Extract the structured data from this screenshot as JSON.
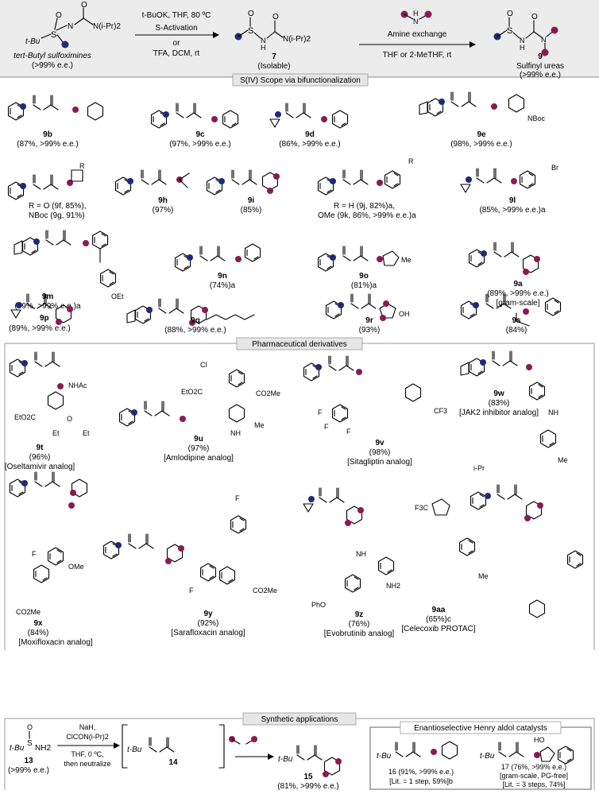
{
  "colors": {
    "accent_blue": "#1e2a78",
    "accent_plum": "#8b1a52",
    "header_bg": "#ececec",
    "banner_bg": "#e6e6e6",
    "rule": "#999999"
  },
  "scheme": {
    "start_caption": "tert-Butyl sulfoximines",
    "start_ee": "(>99% e.e.)",
    "start_group": "N(i-Pr)2",
    "step1_cond_top": "t-BuOK, THF, 80 ºC",
    "step1_cond_mid": "S-Activation",
    "step1_cond_or": "or",
    "step1_cond_bot": "TFA, DCM, rt",
    "int_number": "7",
    "int_note": "(Isolable)",
    "int_group": "N(i-Pr)2",
    "step2_cond_top": "Amine exchange",
    "step2_cond_bot": "THF or 2-MeTHF, rt",
    "prod_number": "9",
    "prod_caption": "Sulfinyl ureas",
    "prod_ee": "(>99% e.e.)"
  },
  "sections": {
    "scope": "S(IV) Scope via bifunctionalization",
    "pharma": "Pharmaceutical derivatives",
    "synth": "Synthetic applications",
    "henry": "Enantioselective Henry aldol catalysts"
  },
  "compounds": [
    {
      "id": "9b",
      "yield": "(87%, >99% e.e.)"
    },
    {
      "id": "9c",
      "yield": "(97%, >99% e.e.)"
    },
    {
      "id": "9d",
      "yield": "(86%, >99% e.e.)"
    },
    {
      "id": "9e",
      "yield": "(98%, >99% e.e.)"
    },
    {
      "id": "9f/9g",
      "yield_l1": "R = O (9f, 85%),",
      "yield_l2": "NBoc (9g, 91%)"
    },
    {
      "id": "9h",
      "yield": "(97%)"
    },
    {
      "id": "9i",
      "yield": "(85%)"
    },
    {
      "id": "9j/9k",
      "yield_l1": "R = H (9j, 82%)a,",
      "yield_l2": "OMe (9k, 86%, >99% e.e.)a"
    },
    {
      "id": "9l",
      "yield": "(85%, >99% e.e.)a"
    },
    {
      "id": "9m",
      "yield": "(79%, >99% e.e.)a"
    },
    {
      "id": "9n",
      "yield": "(74%)a"
    },
    {
      "id": "9o",
      "yield": "(81%)a"
    },
    {
      "id": "9a",
      "yield": "(89%, >99% e.e.)",
      "note": "[gram-scale]"
    },
    {
      "id": "9p",
      "yield": "(89%, >99% e.e.)"
    },
    {
      "id": "9q",
      "yield": "(88%, >99% e.e.)"
    },
    {
      "id": "9r",
      "yield": "(93%)"
    },
    {
      "id": "9s",
      "yield": "(84%)"
    },
    {
      "id": "9t",
      "yield": "(96%)",
      "note": "[Oseltamivir analog]"
    },
    {
      "id": "9u",
      "yield": "(97%)",
      "note": "[Amlodipine analog]"
    },
    {
      "id": "9v",
      "yield": "(98%)",
      "note": "[Sitagliptin analog]"
    },
    {
      "id": "9w",
      "yield": "(83%)",
      "note": "[JAK2 inhibitor analog]"
    },
    {
      "id": "9x",
      "yield": "(84%)",
      "note": "[Moxifloxacin analog]"
    },
    {
      "id": "9y",
      "yield": "(92%)",
      "note": "[Sarafloxacin analog]"
    },
    {
      "id": "9z",
      "yield": "(76%)",
      "note": "[Evobrutinib analog]"
    },
    {
      "id": "9aa",
      "yield": "(65%)c",
      "note": "[Celecoxib PROTAC]"
    }
  ],
  "synthetic": {
    "sm_number": "13",
    "sm_ee": "(>99% e.e.)",
    "cond1": "NaH,",
    "cond2": "ClCON(i-Pr)2",
    "cond3": "THF, 0 ºC,",
    "cond4": "then neutralize",
    "int_number": "14",
    "prod_number": "15",
    "prod_yield": "(81%, >99% e.e.)",
    "cat16": "16 (91%, >99% e.e.)",
    "cat16_lit": "[Lit. = 1 step, 59%]b",
    "cat17": "17 (76%, >99% e.e.)",
    "cat17_note": "[gram-scale, PG-free]",
    "cat17_lit": "[Lit. = 3 steps, 74%]"
  },
  "labels": {
    "tbu": "t-Bu",
    "S": "S",
    "O": "O",
    "N": "N",
    "H": "H",
    "NH": "NH",
    "NH2": "NH2",
    "NBoc": "NBoc",
    "R": "R",
    "Br": "Br",
    "Me": "Me",
    "OEt": "OEt",
    "OH": "OH",
    "NHAc": "NHAc",
    "Et": "Et",
    "Cl": "Cl",
    "CO2Et": "EtO2C",
    "CO2Me": "CO2Me",
    "F": "F",
    "CF3": "CF3",
    "iPrN": "i-Pr",
    "OMe": "OMe",
    "PhO": "PhO",
    "F3C": "F3C",
    "HO": "HO"
  }
}
